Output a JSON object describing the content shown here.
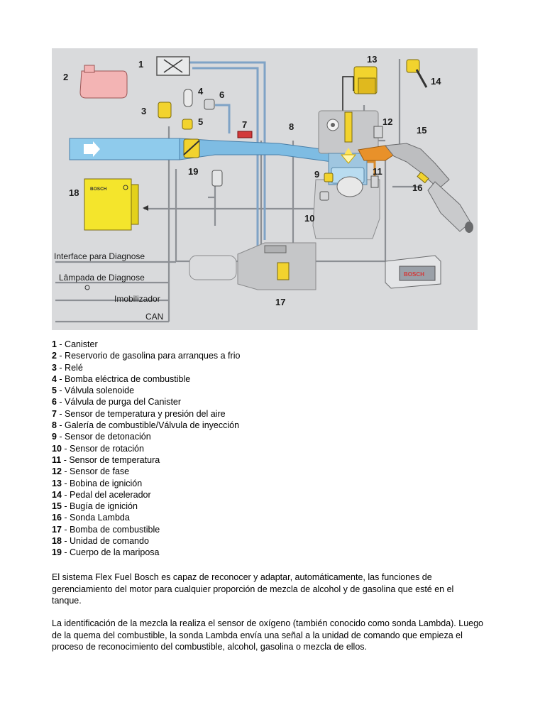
{
  "figure": {
    "callouts": [
      "1",
      "2",
      "3",
      "4",
      "5",
      "6",
      "7",
      "8",
      "9",
      "10",
      "11",
      "12",
      "13",
      "14",
      "15",
      "16",
      "17",
      "18",
      "19"
    ],
    "side_labels": [
      "Interface para Diagnose",
      "Lâmpada de Diagnose",
      "Imobilizador",
      "CAN"
    ],
    "ecu_brand": "BOSCH",
    "battery_brand": "BOSCH"
  },
  "legend": [
    {
      "num": "1",
      "text": " - Canister"
    },
    {
      "num": "2",
      "text": " - Reservorio de gasolina para arranques a frio"
    },
    {
      "num": "3",
      "text": " - Relé"
    },
    {
      "num": "4",
      "text": " - Bomba eléctrica de combustible"
    },
    {
      "num": "5",
      "text": " - Válvula solenoide"
    },
    {
      "num": "6",
      "text": " - Válvula de purga del Canister"
    },
    {
      "num": "7",
      "text": " - Sensor de temperatura y presión del aire"
    },
    {
      "num": "8",
      "text": " - Galería de combustible/Válvula de inyección"
    },
    {
      "num": "9",
      "text": " - Sensor de detonación"
    },
    {
      "num": "10",
      "text": " - Sensor de rotación"
    },
    {
      "num": "11",
      "text": " - Sensor de temperatura"
    },
    {
      "num": "12",
      "text": " - Sensor de fase"
    },
    {
      "num": "13",
      "text": " - Bobina de ignición"
    },
    {
      "num": "14",
      "text": " - Pedal del acelerador"
    },
    {
      "num": "15",
      "text": " - Bugía de ignición"
    },
    {
      "num": "16",
      "text": " - Sonda Lambda"
    },
    {
      "num": "17",
      "text": " - Bomba de combustible"
    },
    {
      "num": "18",
      "text": " - Unidad de comando"
    },
    {
      "num": "19",
      "text": " - Cuerpo de la mariposa"
    }
  ],
  "paragraphs": [
    "El sistema Flex Fuel Bosch es capaz de reconocer y adaptar, automáticamente, las funciones de gerenciamiento del motor para cualquier proporción de mezcla de alcohol y de gasolina que esté en el tanque.",
    "La identificación de la mezcla la realiza el sensor de oxígeno (también conocido como sonda Lambda). Luego de la quema del combustible, la sonda Lambda envía una señal a la unidad de comando que empieza el proceso de reconocimiento del combustible, alcohol, gasolina o mezcla de ellos."
  ]
}
